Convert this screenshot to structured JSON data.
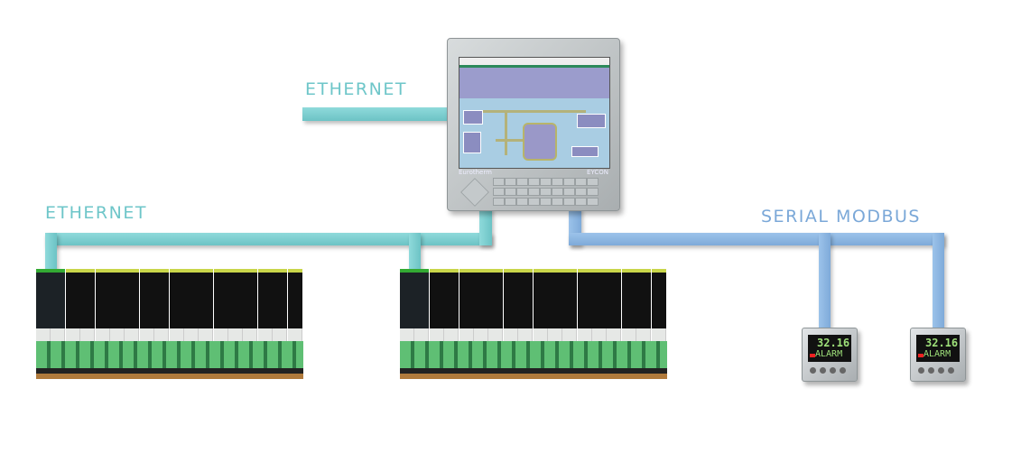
{
  "labels": {
    "ethernet_top": "ETHERNET",
    "ethernet_left": "ETHERNET",
    "serial": "SERIAL MODBUS"
  },
  "panel": {
    "brand": "Eurotherm",
    "model": "EYCON"
  },
  "controllers": [
    {
      "value": "32.16",
      "text": "ALARM"
    },
    {
      "value": "32.16",
      "text": "ALARM"
    }
  ],
  "colors": {
    "ethernet": "#6ec6c9",
    "serial": "#7ba8d8"
  }
}
